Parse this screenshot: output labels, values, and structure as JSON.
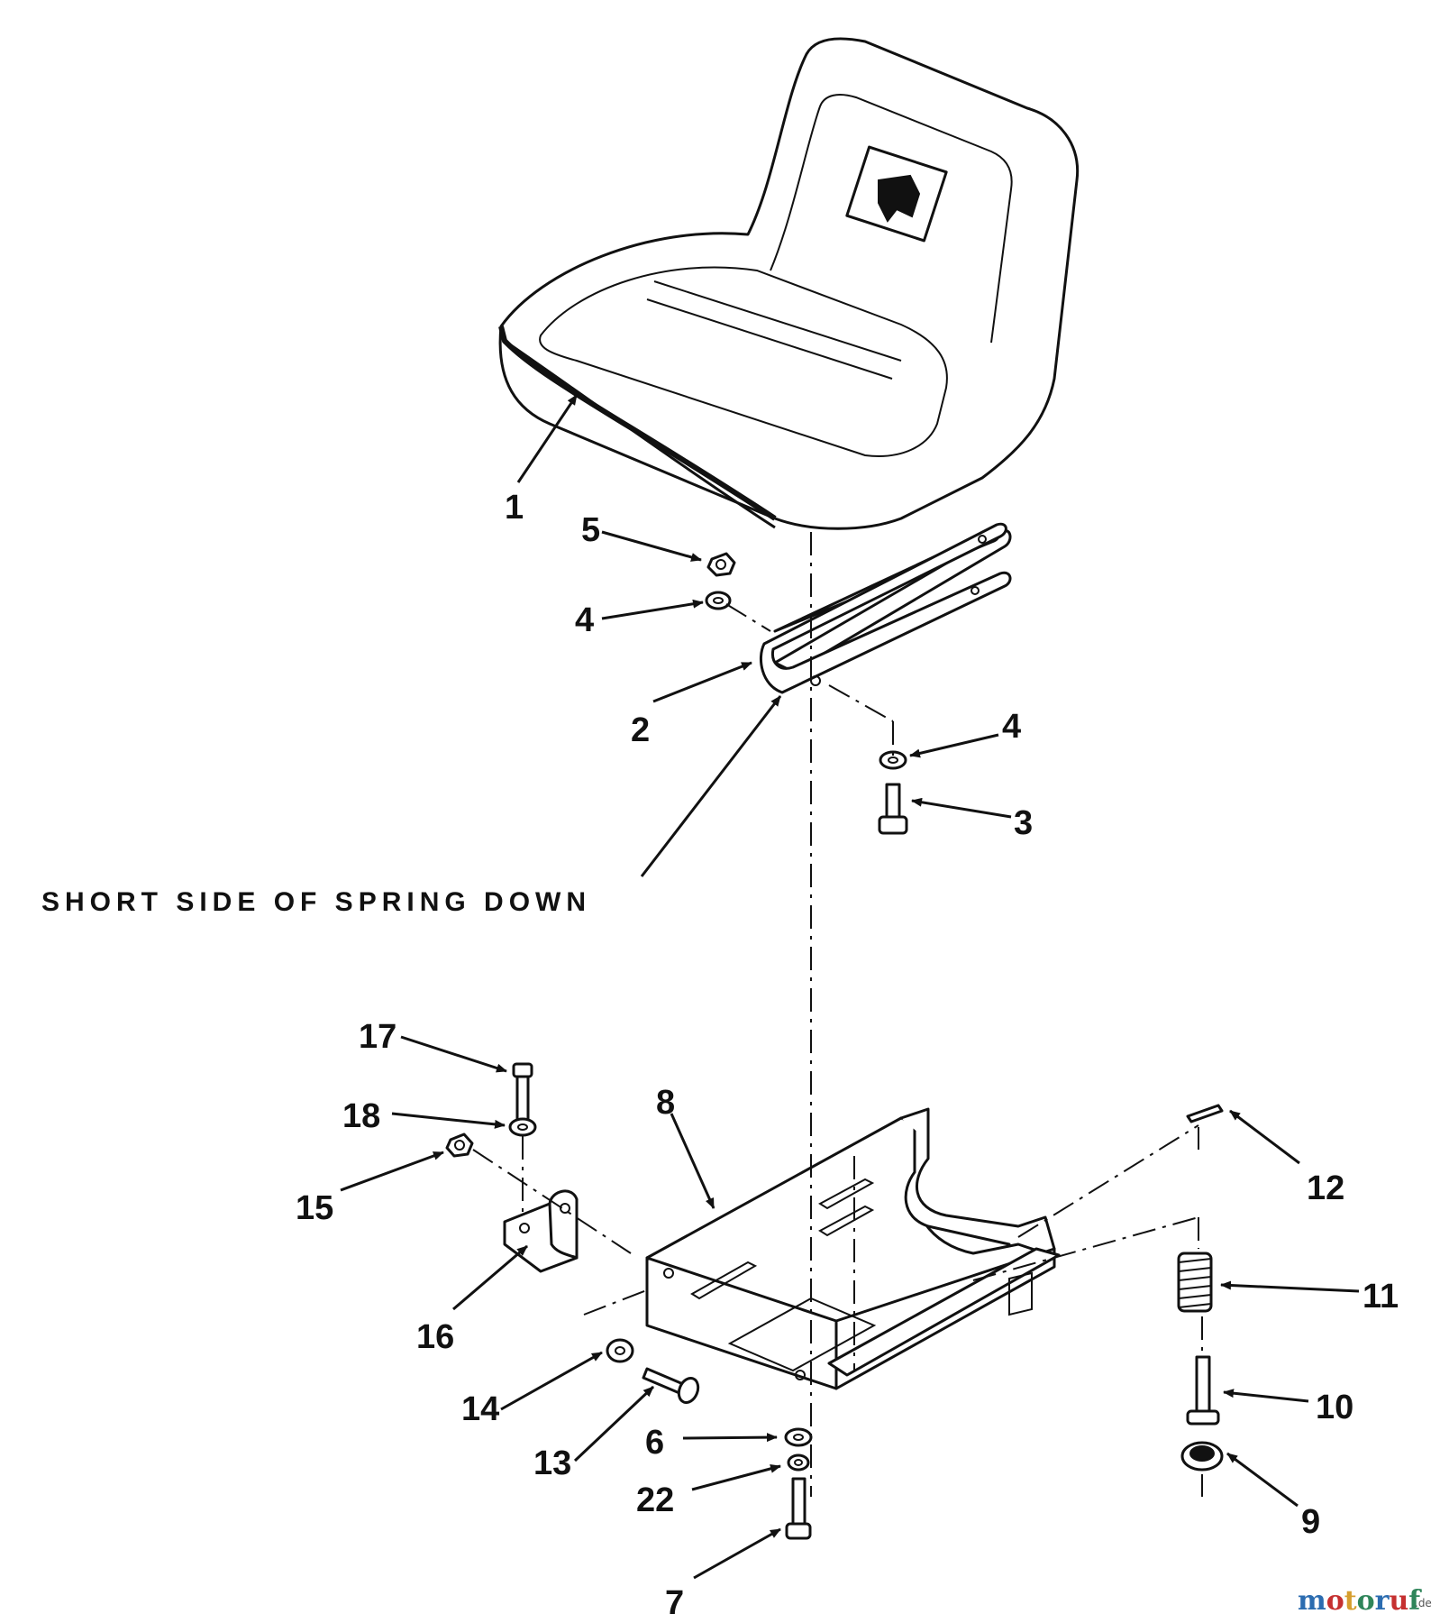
{
  "caption": "SHORT SIDE OF SPRING DOWN",
  "callouts": {
    "c1": "1",
    "c2": "2",
    "c3": "3",
    "c4a": "4",
    "c4b": "4",
    "c5": "5",
    "c6": "6",
    "c7": "7",
    "c8": "8",
    "c9": "9",
    "c10": "10",
    "c11": "11",
    "c12": "12",
    "c13": "13",
    "c14": "14",
    "c15": "15",
    "c16": "16",
    "c17": "17",
    "c18": "18",
    "c22": "22"
  },
  "watermark": {
    "letters": [
      "m",
      "o",
      "t",
      "o",
      "r",
      "u",
      "f"
    ],
    "letter_colors": [
      "#2b6cb0",
      "#c53030",
      "#d69e2e",
      "#2f855a",
      "#2b6cb0",
      "#c53030",
      "#2f855a"
    ],
    "suffix": ".de"
  }
}
